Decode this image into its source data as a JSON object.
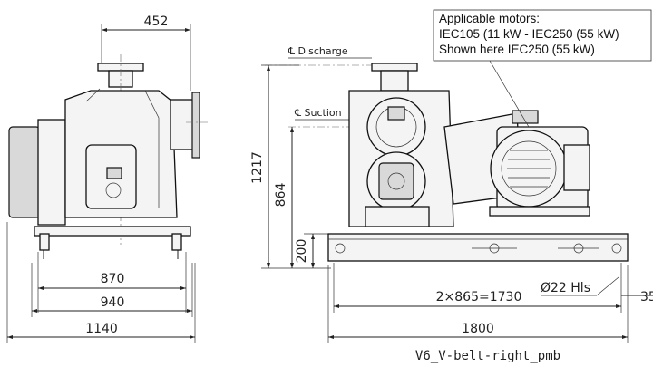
{
  "dimensions": {
    "top_width": "452",
    "width_870": "870",
    "width_940": "940",
    "width_1140": "1140",
    "height_1217": "1217",
    "height_864": "864",
    "height_200": "200",
    "spacing": "2×865=1730",
    "hole": "Ø22 Hls",
    "length_1800": "1800",
    "offset_35": "35"
  },
  "labels": {
    "discharge": "℄ Discharge",
    "suction": "℄ Suction"
  },
  "annotation": {
    "line1": "Applicable motors:",
    "line2": "IEC105 (11 kW - IEC250 (55 kW)",
    "line3": "Shown here IEC250 (55 kW)"
  },
  "caption": "V6_V-belt-right_pmb"
}
